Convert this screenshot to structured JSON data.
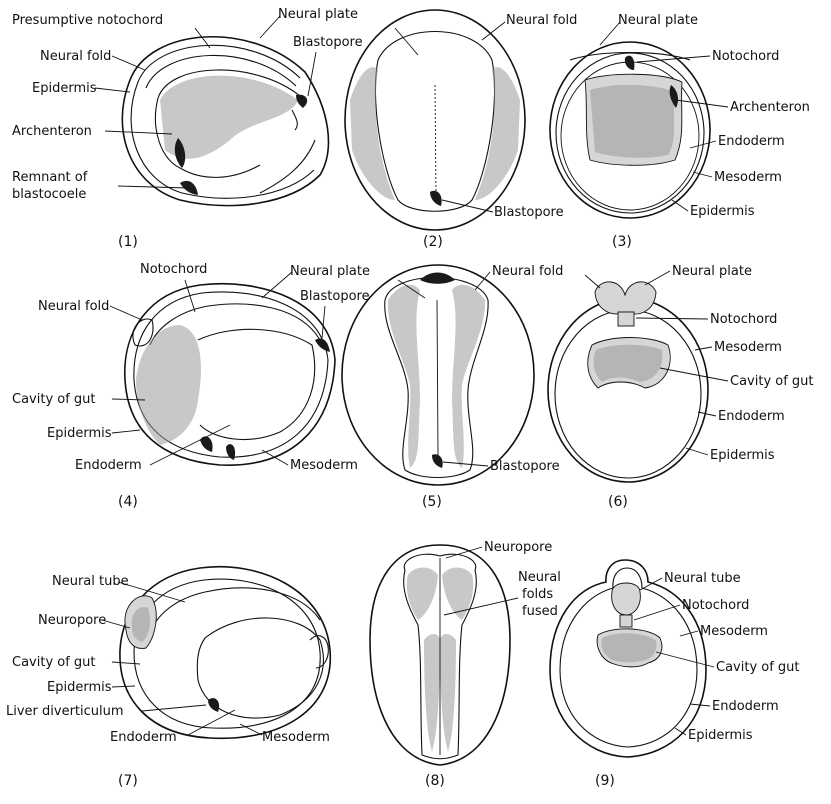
{
  "panels": {
    "p1": {
      "number": "(1)",
      "labels": {
        "presumptive_notochord": "Presumptive notochord",
        "neural_plate": "Neural plate",
        "blastopore": "Blastopore",
        "neural_fold": "Neural fold",
        "epidermis": "Epidermis",
        "archenteron": "Archenteron",
        "remnant_line1": "Remnant of",
        "remnant_line2": "blastocoele"
      }
    },
    "p2": {
      "number": "(2)",
      "labels": {
        "neural_fold": "Neural fold",
        "blastopore": "Blastopore"
      }
    },
    "p3": {
      "number": "(3)",
      "labels": {
        "neural_plate": "Neural plate",
        "notochord": "Notochord",
        "archenteron": "Archenteron",
        "endoderm": "Endoderm",
        "mesoderm": "Mesoderm",
        "epidermis": "Epidermis"
      }
    },
    "p4": {
      "number": "(4)",
      "labels": {
        "notochord": "Notochord",
        "neural_plate": "Neural plate",
        "blastopore": "Blastopore",
        "neural_fold": "Neural fold",
        "cavity_of_gut": "Cavity of gut",
        "epidermis": "Epidermis",
        "endoderm": "Endoderm",
        "mesoderm": "Mesoderm"
      }
    },
    "p5": {
      "number": "(5)",
      "labels": {
        "neural_fold": "Neural fold",
        "blastopore": "Blastopore"
      }
    },
    "p6": {
      "number": "(6)",
      "labels": {
        "neural_plate": "Neural plate",
        "notochord": "Notochord",
        "mesoderm": "Mesoderm",
        "cavity_of_gut": "Cavity of gut",
        "endoderm": "Endoderm",
        "epidermis": "Epidermis"
      }
    },
    "p7": {
      "number": "(7)",
      "labels": {
        "neural_tube": "Neural tube",
        "neuropore": "Neuropore",
        "cavity_of_gut": "Cavity of gut",
        "epidermis": "Epidermis",
        "liver_diverticulum": "Liver diverticulum",
        "endoderm": "Endoderm",
        "mesoderm": "Mesoderm"
      }
    },
    "p8": {
      "number": "(8)",
      "labels": {
        "neuropore": "Neuropore",
        "neural_line1": "Neural",
        "neural_line2": "folds",
        "neural_line3": "fused"
      }
    },
    "p9": {
      "number": "(9)",
      "labels": {
        "neural_tube": "Neural tube",
        "notochord": "Notochord",
        "mesoderm": "Mesoderm",
        "cavity_of_gut": "Cavity of gut",
        "endoderm": "Endoderm",
        "epidermis": "Epidermis"
      }
    }
  }
}
